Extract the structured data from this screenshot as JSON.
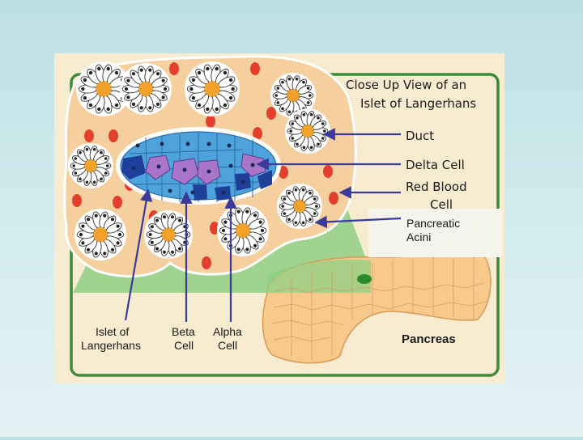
{
  "slide": {
    "background_top": "#bde0e4",
    "background_bottom": "#e4f2f4"
  },
  "diagram": {
    "title_line1": "Close Up View of an",
    "title_line2": "Islet of Langerhans",
    "labels": {
      "duct": "Duct",
      "delta_cell": "Delta Cell",
      "red_blood_cell_line1": "Red Blood",
      "red_blood_cell_line2": "Cell",
      "pancreatic_acini_line1": "Pancreatic",
      "pancreatic_acini_line2": "Acini",
      "islet_line1": "Islet of",
      "islet_line2": "Langerhans",
      "beta_line1": "Beta",
      "beta_line2": "Cell",
      "alpha_line1": "Alpha",
      "alpha_line2": "Cell",
      "pancreas": "Pancreas"
    },
    "colors": {
      "panel_bg": "#f7ecd0",
      "border_green": "#3d8a3a",
      "tissue": "#f5cf9e",
      "acinus_center": "#f2a22a",
      "red_blood_cell": "#e2402c",
      "beta_cell": "#4fa3dc",
      "alpha_cell": "#1e3f9a",
      "delta_cell": "#a875c8",
      "pancreas": "#f7c98a",
      "arrow": "#3a3a9a"
    }
  }
}
